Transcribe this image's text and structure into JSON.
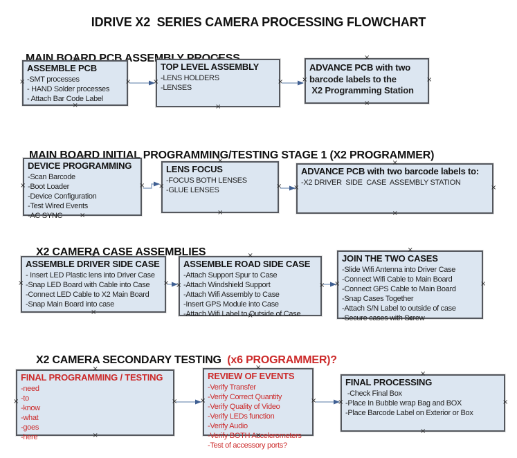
{
  "title": "IDRIVE X2  SERIES CAMERA PROCESSING FLOWCHART",
  "colors": {
    "box_fill": "#dce6f1",
    "box_border": "#54575d",
    "red_text": "#cc2a2a",
    "arrow_line": "#8fa5c4",
    "arrow_head": "#3f5f92"
  },
  "sections": [
    {
      "heading": {
        "text": "MAIN BOARD PCB ASSEMBLY PROCESS",
        "red_suffix": ""
      },
      "boxes": [
        {
          "title": "ASSEMBLE PCB",
          "items": [
            "-SMT processes",
            "- HAND Solder processes",
            "- Attach Bar Code Label"
          ]
        },
        {
          "title": "TOP LEVEL ASSEMBLY",
          "items": [
            "-LENS HOLDERS",
            "-LENSES"
          ]
        },
        {
          "title": "ADVANCE PCB with two",
          "items": [
            "barcode labels to the",
            " X2 Programming Station"
          ]
        }
      ]
    },
    {
      "heading": {
        "text": "MAIN BOARD INITIAL PROGRAMMING/TESTING STAGE 1 (X2 PROGRAMMER)",
        "red_suffix": ""
      },
      "boxes": [
        {
          "title": "DEVICE PROGRAMMING",
          "items": [
            "-Scan Barcode",
            "-Boot Loader",
            "-Device Configuration",
            "-Test Wired Events",
            "-AC SYNC"
          ]
        },
        {
          "title": "LENS FOCUS",
          "items": [
            "-FOCUS BOTH LENSES",
            "-GLUE LENSES"
          ]
        },
        {
          "title": "ADVANCE PCB with two barcode labels to:",
          "items": [
            "-X2 DRIVER  SIDE  CASE  ASSEMBLY STATION"
          ]
        }
      ]
    },
    {
      "heading": {
        "text": "X2 CAMERA CASE ASSEMBLIES",
        "red_suffix": ""
      },
      "boxes": [
        {
          "title": "ASSEMBLE DRIVER SIDE CASE",
          "items": [
            "- Insert LED Plastic lens into Driver Case",
            "-Snap LED Board with Cable into Case",
            "-Connect LED Cable to X2 Main Board",
            "-Snap Main Board into case"
          ]
        },
        {
          "title": "ASSEMBLE ROAD SIDE CASE",
          "items": [
            "-Attach Support Spur to Case",
            "-Attach Windshield Support",
            "-Attach Wifi Assembly to Case",
            "-Insert GPS Module into Case",
            "-Attach Wifi Label to Outside of Case"
          ]
        },
        {
          "title": "JOIN THE TWO CASES",
          "items": [
            "-Slide Wifi Antenna into Driver Case",
            "-Connect Wifi Cable to Main Board",
            "-Connect GPS Cable to Main Board",
            "-Snap Cases Together",
            "-Attach S/N Label to outside of case",
            "-Secure cases with Screw"
          ]
        }
      ]
    },
    {
      "heading": {
        "text": "X2 CAMERA SECONDARY TESTING  ",
        "red_suffix": "(x6 PROGRAMMER)?"
      },
      "boxes": [
        {
          "title": "FINAL PROGRAMMING / TESTING",
          "items": [
            "-need",
            "-to",
            "-know",
            "-what",
            "-goes",
            "-here"
          ]
        },
        {
          "title": "REVIEW OF EVENTS",
          "items": [
            "-Verify Transfer",
            "-Verify Correct Quantity",
            "-Verify Quality of Video",
            "-Verify LEDs function",
            "-Verify Audio",
            "-Verify BOTH Accelerometers",
            "-Test of accessory ports?"
          ]
        },
        {
          "title": "FINAL PROCESSING",
          "items": [
            " -Check Final Box",
            "-Place In Bubble wrap Bag and BOX",
            "-Place Barcode Label on Exterior or Box"
          ]
        }
      ]
    }
  ]
}
